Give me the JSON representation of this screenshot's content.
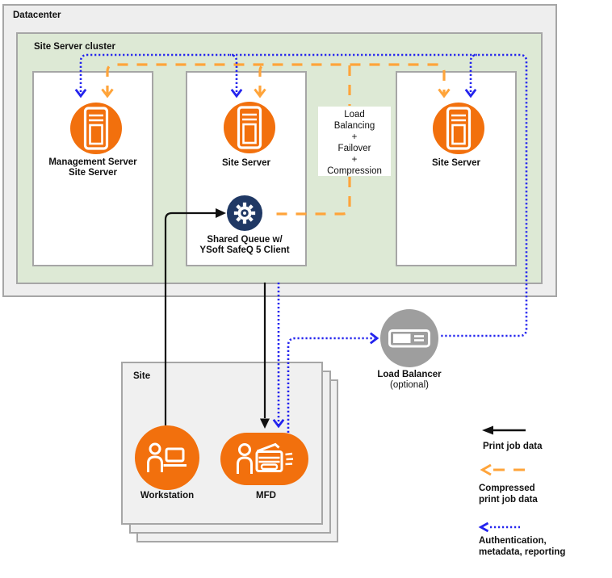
{
  "diagram": {
    "datacenter_label": "Datacenter",
    "cluster_label": "Site Server cluster",
    "nodes": {
      "management": {
        "line1": "Management Server",
        "line2": "Site Server"
      },
      "site_server_mid": {
        "label": "Site Server"
      },
      "site_server_right": {
        "label": "Site Server"
      },
      "shared_queue": {
        "line1": "Shared Queue w/",
        "line2": "YSoft SafeQ 5 Client"
      },
      "lb_note": {
        "lines": [
          "Load",
          "Balancing",
          "+",
          "Failover",
          "+",
          "Compression"
        ]
      },
      "site": {
        "label": "Site"
      },
      "workstation": {
        "label": "Workstation"
      },
      "mfd": {
        "label": "MFD"
      },
      "load_balancer": {
        "label": "Load Balancer",
        "sublabel": "(optional)"
      }
    },
    "legend": {
      "print_job": {
        "label": "Print job data"
      },
      "compressed": {
        "line1": "Compressed",
        "line2": "print job data"
      },
      "auth": {
        "line1": "Authentication,",
        "line2": "metadata, reporting"
      }
    },
    "colors": {
      "node_orange": "#F2700D",
      "arrow_orange": "#FFA43A",
      "arrow_blue": "#2323EE",
      "arrow_black": "#111111",
      "queue_navy": "#1F3864",
      "cluster_green": "#DDE9D5",
      "datacenter_gray": "#EEEEEE",
      "border_gray": "#A6A6A6",
      "load_balancer_gray": "#9E9E9E"
    }
  }
}
